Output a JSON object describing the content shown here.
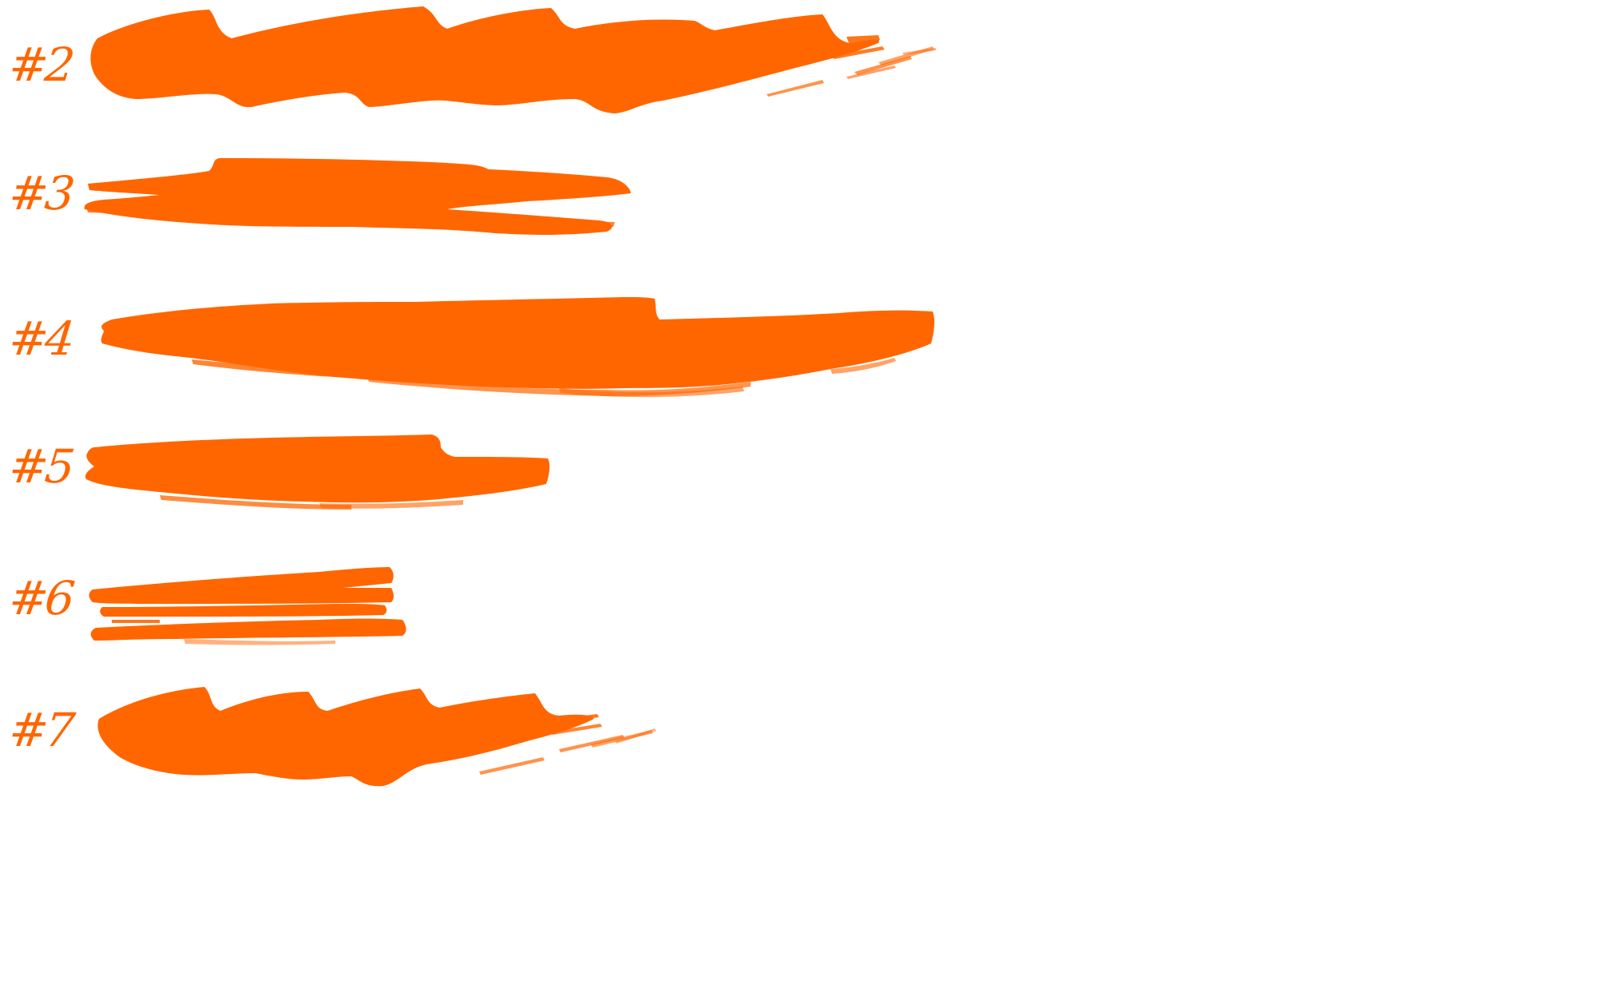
{
  "colors": {
    "paint": "#ff6600",
    "background": "#ffffff"
  },
  "brushes": [
    {
      "label": "#2"
    },
    {
      "label": "#3"
    },
    {
      "label": "#4"
    },
    {
      "label": "#5"
    },
    {
      "label": "#6"
    },
    {
      "label": "#7"
    }
  ]
}
